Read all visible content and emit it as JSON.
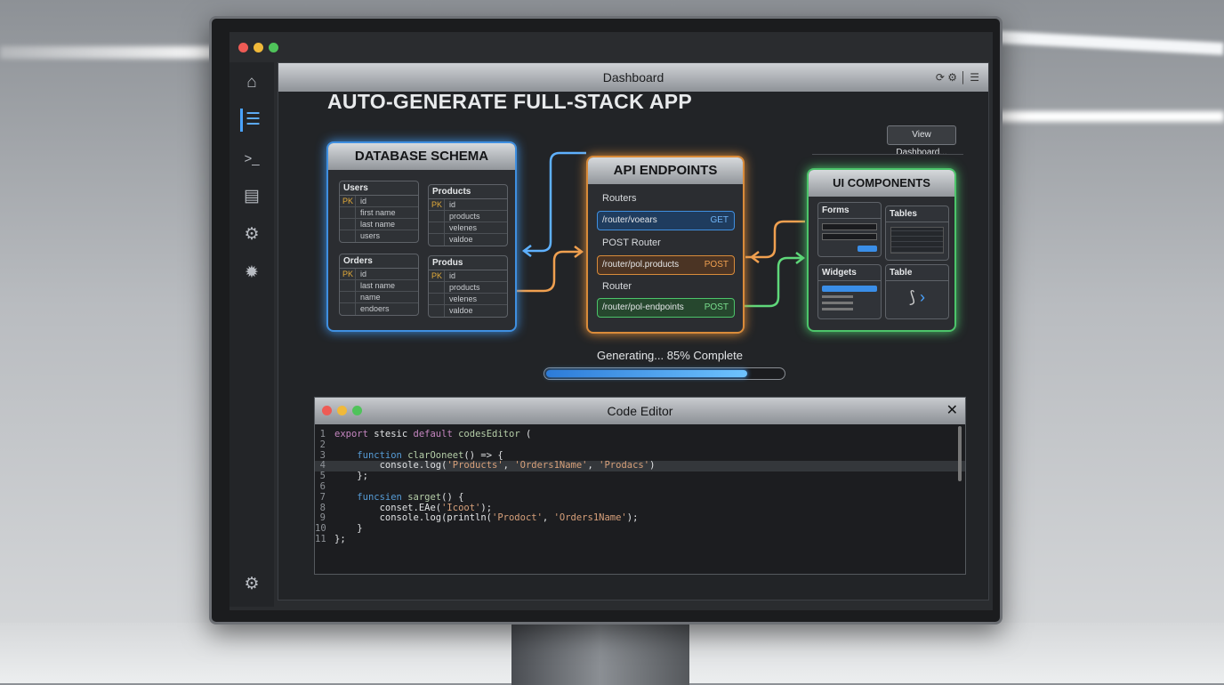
{
  "window": {
    "title": "Dashboard"
  },
  "sidebar": {
    "items": [
      {
        "icon": "home-icon",
        "glyph": "⌂"
      },
      {
        "icon": "list-icon",
        "glyph": "☰",
        "active": true
      },
      {
        "icon": "terminal-icon",
        "glyph": ">_"
      },
      {
        "icon": "document-icon",
        "glyph": "▤"
      },
      {
        "icon": "settings-icon",
        "glyph": "⚙"
      },
      {
        "icon": "gear-alt-icon",
        "glyph": "✹"
      }
    ],
    "bottom_icon": {
      "icon": "settings-icon",
      "glyph": "⚙"
    }
  },
  "main": {
    "heading": "AUTO-GENERATE FULL-STACK APP",
    "view_dashboard": "View Dashboard...",
    "schema": {
      "title": "DATABASE SCHEMA",
      "tables": [
        {
          "name": "Users",
          "rows": [
            {
              "key": "PK",
              "field": "id"
            },
            {
              "key": "",
              "field": "first name"
            },
            {
              "key": "",
              "field": "last name"
            },
            {
              "key": "",
              "field": "users"
            }
          ]
        },
        {
          "name": "Products",
          "rows": [
            {
              "key": "PK",
              "field": "id"
            },
            {
              "key": "",
              "field": "products"
            },
            {
              "key": "",
              "field": "velenes"
            },
            {
              "key": "",
              "field": "valdoe"
            }
          ]
        },
        {
          "name": "Orders",
          "rows": [
            {
              "key": "PK",
              "field": "id"
            },
            {
              "key": "",
              "field": "last name"
            },
            {
              "key": "",
              "field": "name"
            },
            {
              "key": "",
              "field": "endoers"
            }
          ]
        },
        {
          "name": "Produs",
          "rows": [
            {
              "key": "PK",
              "field": "id"
            },
            {
              "key": "",
              "field": "products"
            },
            {
              "key": "",
              "field": "velenes"
            },
            {
              "key": "",
              "field": "valdoe"
            }
          ]
        }
      ]
    },
    "api": {
      "title": "API ENDPOINTS",
      "groups": [
        {
          "label": "Routers",
          "path": "/router/voears",
          "method": "GET",
          "color": "#3f8fe0"
        },
        {
          "label": "POST Router",
          "path": "/router/pol.products",
          "method": "POST",
          "color": "#d98b3a"
        },
        {
          "label": "Router",
          "path": "/router/pol-endpoints",
          "method": "POST",
          "color": "#4cc46a"
        }
      ]
    },
    "ui": {
      "title": "UI COMPONENTS",
      "boxes": [
        "Forms",
        "Tables",
        "Widgets",
        "Table"
      ]
    },
    "progress": {
      "label": "Generating... 85% Complete",
      "value": 85
    },
    "editor": {
      "title": "Code Editor",
      "lines": [
        "export stesic default codesEditor (",
        "",
        "    function clarOoneet() => {",
        "        console.log('Products', 'Orders1Name', 'Prodacs')",
        "    };",
        "",
        "    funcsien sarget() {",
        "        conset.EAe('Icoot');",
        "        console.log(println('Prodoct', 'Orders1Name');",
        "    }",
        "};"
      ]
    }
  },
  "colors": {
    "schema": "#3f8fe0",
    "api": "#d98b3a",
    "ui": "#4cc46a",
    "accent": "#4aa3ff"
  }
}
